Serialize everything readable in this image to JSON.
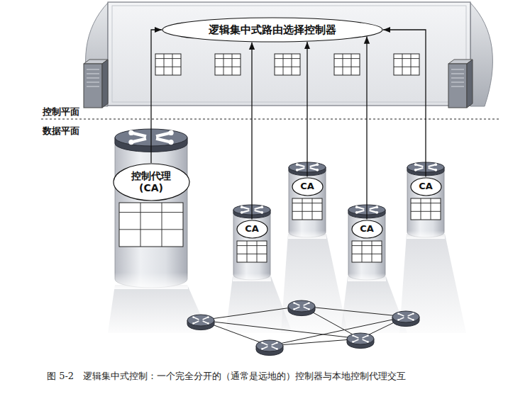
{
  "diagram": {
    "caption": "图 5-2　逻辑集中式控制：一个完全分开的（通常是远地的）控制器与本地控制代理交互",
    "nodes": [
      {
        "text": [
          "逻辑集中式路由选择控制器"
        ]
      },
      {
        "text": [
          "控制代理 (CA)"
        ]
      },
      {
        "text": [
          "CA"
        ]
      },
      {
        "text": [
          "CA"
        ]
      },
      {
        "text": [
          "CA"
        ]
      },
      {
        "text": [
          "CA"
        ]
      }
    ],
    "edges": [
      {
        "from": 1,
        "to": 0,
        "arrow": "to"
      },
      {
        "from": 2,
        "to": 0,
        "arrow": "to"
      },
      {
        "from": 3,
        "to": 0,
        "arrow": "to"
      },
      {
        "from": 4,
        "to": 0,
        "arrow": "to"
      },
      {
        "from": 5,
        "to": 0,
        "arrow": "to"
      }
    ],
    "labels": [
      "控制平面",
      "数据平面"
    ]
  }
}
